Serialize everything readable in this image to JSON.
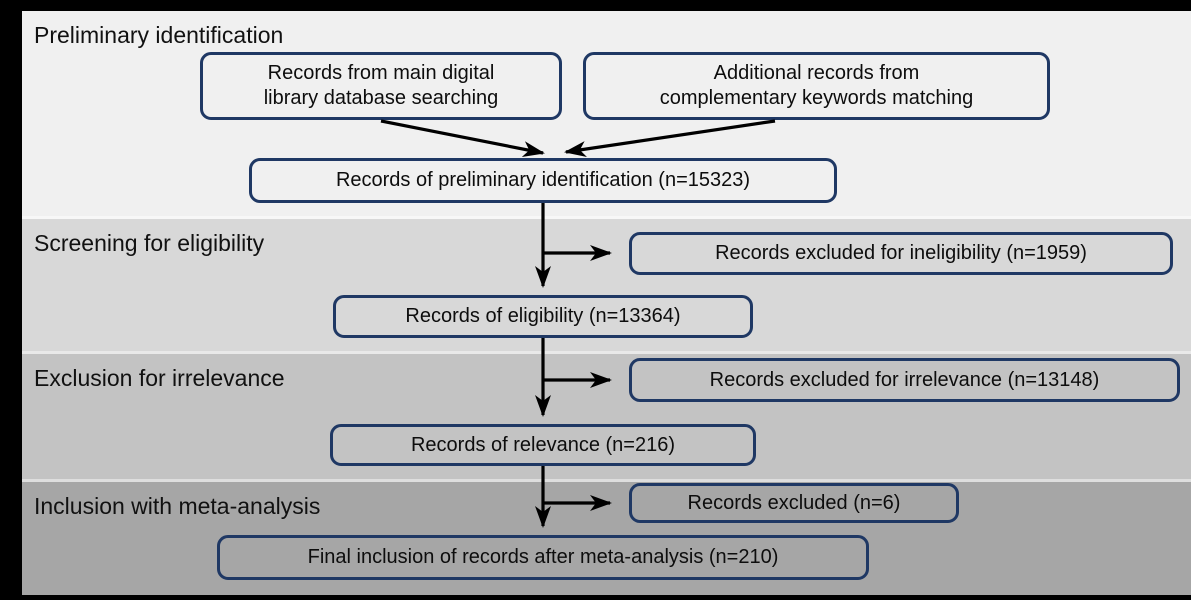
{
  "figure": {
    "frame_color": "#000000",
    "box_border_color": "#1f3864",
    "arrow_color": "#000000",
    "bands": [
      {
        "label": "Preliminary identification",
        "color": "#f0f0f0"
      },
      {
        "label": "Screening for eligibility",
        "color": "#d8d8d8"
      },
      {
        "label": "Exclusion for irrelevance",
        "color": "#c3c3c3"
      },
      {
        "label": "Inclusion with meta-analysis",
        "color": "#a6a6a6"
      }
    ],
    "boxes": {
      "source_main": {
        "lines": [
          "Records from main digital",
          "library database searching"
        ]
      },
      "source_additional": {
        "lines": [
          "Additional records from",
          "complementary keywords matching"
        ]
      },
      "preliminary": {
        "text": "Records of preliminary identification (n=15323)",
        "n": 15323
      },
      "excluded_ineligibility": {
        "text": "Records excluded for ineligibility (n=1959)",
        "n": 1959
      },
      "eligibility": {
        "text": "Records of eligibility (n=13364)",
        "n": 13364
      },
      "excluded_irrelevance": {
        "text": "Records excluded for irrelevance (n=13148)",
        "n": 13148
      },
      "relevance": {
        "text": "Records of relevance (n=216)",
        "n": 216
      },
      "excluded_meta": {
        "text": "Records excluded (n=6)",
        "n": 6
      },
      "final_inclusion": {
        "text": "Final inclusion of records after meta-analysis (n=210)",
        "n": 210
      }
    }
  }
}
